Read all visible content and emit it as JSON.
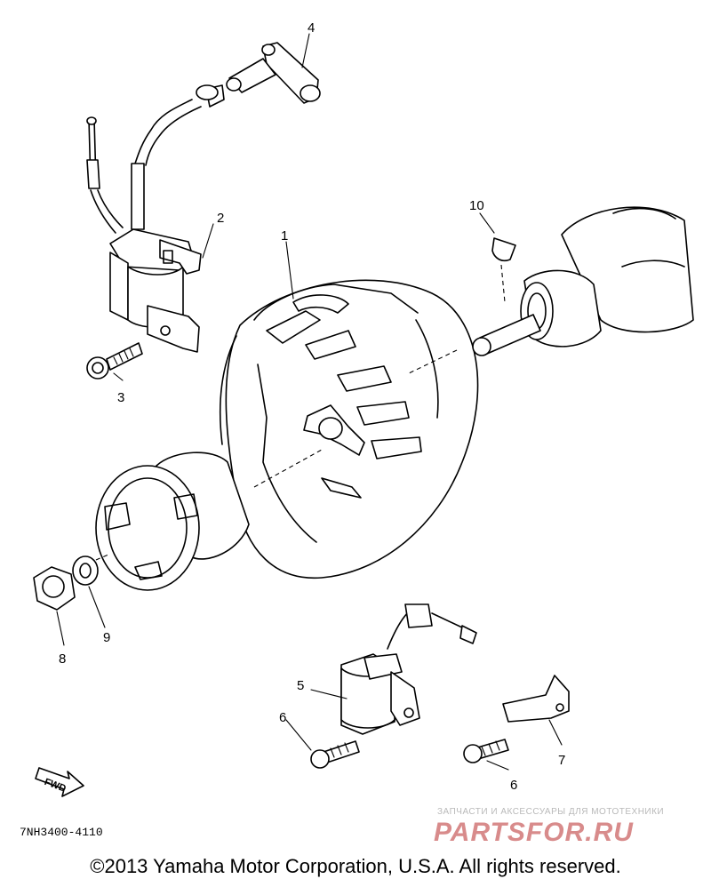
{
  "diagram": {
    "callouts": [
      {
        "id": "1",
        "label": "1"
      },
      {
        "id": "2",
        "label": "2"
      },
      {
        "id": "3",
        "label": "3"
      },
      {
        "id": "4",
        "label": "4"
      },
      {
        "id": "5",
        "label": "5"
      },
      {
        "id": "6a",
        "label": "6"
      },
      {
        "id": "6b",
        "label": "6"
      },
      {
        "id": "7",
        "label": "7"
      },
      {
        "id": "8",
        "label": "8"
      },
      {
        "id": "9",
        "label": "9"
      },
      {
        "id": "10",
        "label": "10"
      }
    ],
    "fwd_label": "FWD",
    "diagram_code": "7NH3400-4110"
  },
  "watermark": {
    "tagline": "ЗАПЧАСТИ И АКСЕССУАРЫ ДЛЯ МОТОТЕХНИКИ",
    "brand": "PARTSFOR.RU"
  },
  "footer": {
    "copyright": "©2013 Yamaha Motor Corporation, U.S.A. All rights reserved."
  }
}
